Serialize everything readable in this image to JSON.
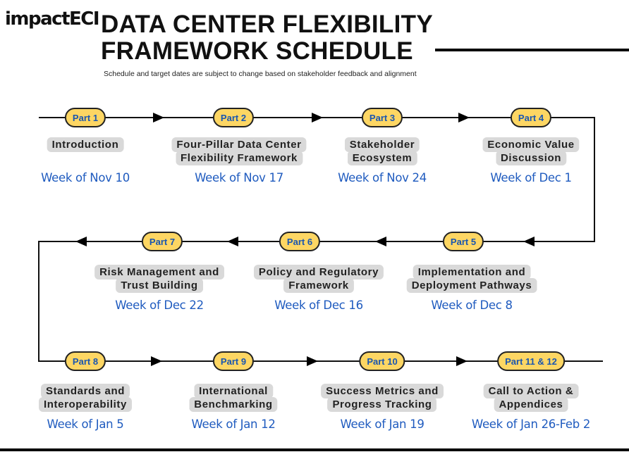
{
  "header": {
    "logo": "impactECI",
    "title_line1": "DATA CENTER FLEXIBILITY",
    "title_line2": "FRAMEWORK SCHEDULE",
    "subtitle": "Schedule and target dates are subject to change based on stakeholder feedback and alignment"
  },
  "colors": {
    "pill_fill": "#fdd663",
    "pill_text": "#1a56b0",
    "label_bg": "#d9d9d9",
    "date_text": "#1f5bbf"
  },
  "parts": [
    {
      "part": "Part 1",
      "title": "Introduction",
      "date": "Week of Nov 10"
    },
    {
      "part": "Part 2",
      "title": "Four-Pillar Data Center\nFlexibility Framework",
      "date": "Week of Nov 17"
    },
    {
      "part": "Part 3",
      "title": "Stakeholder\nEcosystem",
      "date": "Week of Nov 24"
    },
    {
      "part": "Part 4",
      "title": "Economic Value\nDiscussion",
      "date": "Week of Dec 1"
    },
    {
      "part": "Part 5",
      "title": "Implementation and\nDeployment Pathways",
      "date": "Week of Dec 8"
    },
    {
      "part": "Part 6",
      "title": "Policy and Regulatory\nFramework",
      "date": "Week of Dec 16"
    },
    {
      "part": "Part 7",
      "title": "Risk Management and\nTrust Building",
      "date": "Week of Dec 22"
    },
    {
      "part": "Part 8",
      "title": "Standards and\nInteroperability",
      "date": "Week of Jan 5"
    },
    {
      "part": "Part 9",
      "title": "International\nBenchmarking",
      "date": "Week of Jan 12"
    },
    {
      "part": "Part 10",
      "title": "Success Metrics and\nProgress Tracking",
      "date": "Week of Jan 19"
    },
    {
      "part": "Part 11 & 12",
      "title": "Call to Action &\nAppendices",
      "date": "Week of Jan 26-Feb 2"
    }
  ]
}
